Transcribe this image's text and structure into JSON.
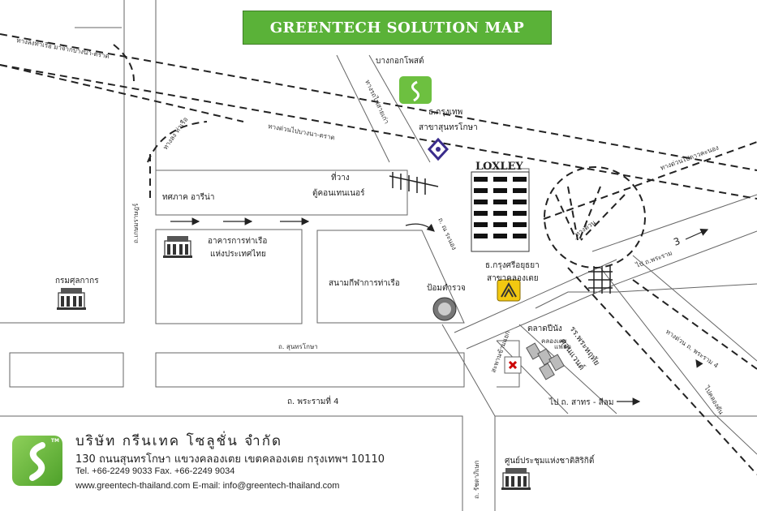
{
  "title": "GREENTECH SOLUTION MAP",
  "company": {
    "name": "บริษัท กรีนเทค โซลูชั่น จำกัด",
    "address": "130 ถนนสุนทรโกษา แขวงคลองเตย เขตคลองเตย กรุงเทพฯ 10110",
    "phone": "Tel. +66-2249 9033  Fax. +66-2249 9034",
    "web": "www.greentech-thailand.com E-mail: info@greentech-thailand.com",
    "logo_mark": "TM"
  },
  "labels": {
    "expressway_top_left": "ทางลงท่าเรือ มาจากบางนา-ตราด",
    "expressway_down_ramp": "ทางลง ท่าเรือ",
    "expressway_bangna": "ทางด่วนไปบางนา-ตราด",
    "bangkok_post": "บางกอกโพสต์",
    "rail_line": "ทางรถไฟสายเก่า",
    "bbl_bank": "ธ.กรุงเทพ",
    "bbl_branch": "สาขาสุนทรโกษา",
    "loxley": "LOXLEY",
    "container_yard_1": "ที่วาง",
    "container_yard_2": "ตู้คอนเทนเนอร์",
    "expressway_right": "ทางด่วนไปดาวคะนอง",
    "thaksin_arena": "ทศภาค อารีน่า",
    "port_authority_1": "อาคารการท่าเรือ",
    "port_authority_2": "แห่งประเทศไทย",
    "road_na_ranong": "ถ. ณ ระนอง",
    "expressway_ring": "ทางด่วน",
    "road_rama3": "ไป ถ.พระราม",
    "rama3_num": "3",
    "customs": "กรมศุลกากร",
    "road_ketsana": "ถ.เกษมราษฎร์",
    "krungsri_bank": "ธ.กรุงศรีอยุธยา",
    "krungsri_branch": "สาขาคลองเตย",
    "port_stadium": "สนามกีฬาการท่าเรือ",
    "police_box": "ป้อมตำรวจ",
    "rama4_expressway": "ทางด่วน ถ. พระราม 4",
    "flyover": "ไปคลองตัน",
    "sunthorn_road": "ถ. สุนทรโกษา",
    "market_1": "ตลาดปีนัง",
    "market_2": "คลองเตย",
    "market_3": "แฟลต",
    "sapan_road": "สะพานข้ามแยก",
    "st_school_1": "รร.พระหฤทัย",
    "st_school_2": "คอนแวนต์",
    "rama4_road": "ถ. พระรามที่ 4",
    "sathorn_road": "ไป ถ. สาทร - สีลม",
    "convention_center": "ศูนย์ประชุมแห่งชาติสิริกิติ์",
    "ratchadapisek": "ถ. รัชดาภิเษก"
  },
  "colors": {
    "brand_green": "#5ab238",
    "bbl_blue": "#3a2c8c",
    "krungsri_yellow": "#f2c811",
    "road_line": "#555555",
    "building": "#333333"
  },
  "icons": [
    "greentech-logo-icon",
    "bangkok-bank-icon",
    "krungsri-bank-icon",
    "shell-station-icon",
    "building-icon",
    "police-box-icon",
    "direction-arrow-icon"
  ]
}
